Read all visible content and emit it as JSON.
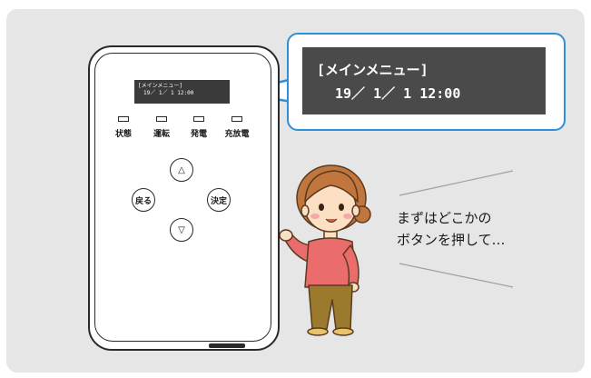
{
  "screen": {
    "line1": "[メインメニュー]",
    "line2": "19／ 1／ 1 12:00",
    "mini_line1": "[メインメニュー]",
    "mini_line2": "19／ 1／ 1 12:00"
  },
  "indicators": [
    {
      "label": "状態"
    },
    {
      "label": "運転"
    },
    {
      "label": "発電"
    },
    {
      "label": "充放電"
    }
  ],
  "buttons": {
    "up_icon": "△",
    "down_icon": "▽",
    "back_label": "戻る",
    "enter_label": "決定"
  },
  "speech": {
    "line1": "まずはどこかの",
    "line2": "ボタンを押して…"
  },
  "colors": {
    "callout_border": "#2d8fd8",
    "screen_bg": "#4a4a4a",
    "flash": "#e8365a"
  }
}
